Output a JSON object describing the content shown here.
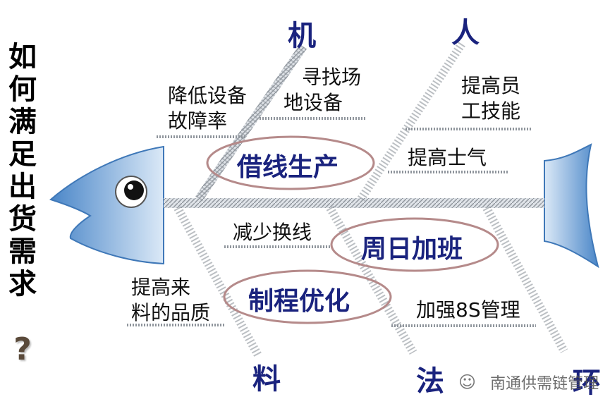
{
  "title_chars": [
    "如",
    "何",
    "满",
    "足",
    "出",
    "货",
    "需",
    "求"
  ],
  "question_mark": "?",
  "categories": {
    "machine": "机",
    "people": "人",
    "material": "料",
    "method": "法",
    "environment": "环"
  },
  "causes": {
    "reduce_failure": [
      "降低设备",
      "故障率"
    ],
    "find_equipment": [
      "寻找场",
      "地设备"
    ],
    "skill": [
      "提高员",
      "工技能"
    ],
    "morale": "提高士气",
    "changeover": "减少换线",
    "material_quality": [
      "提高来",
      "料的品质"
    ],
    "management_8s": "加强8S管理"
  },
  "key_solutions": {
    "borrow_line": "借线生产",
    "sunday_overtime": "周日加班",
    "process_opt": "制程优化"
  },
  "watermark": "南通供需链管理",
  "colors": {
    "fish": "#5b9bd5",
    "fish_light": "#d6e6f7",
    "bone": "#9aa0a8",
    "ellipse": "#b58a8a",
    "category_text": "#1a237e"
  }
}
